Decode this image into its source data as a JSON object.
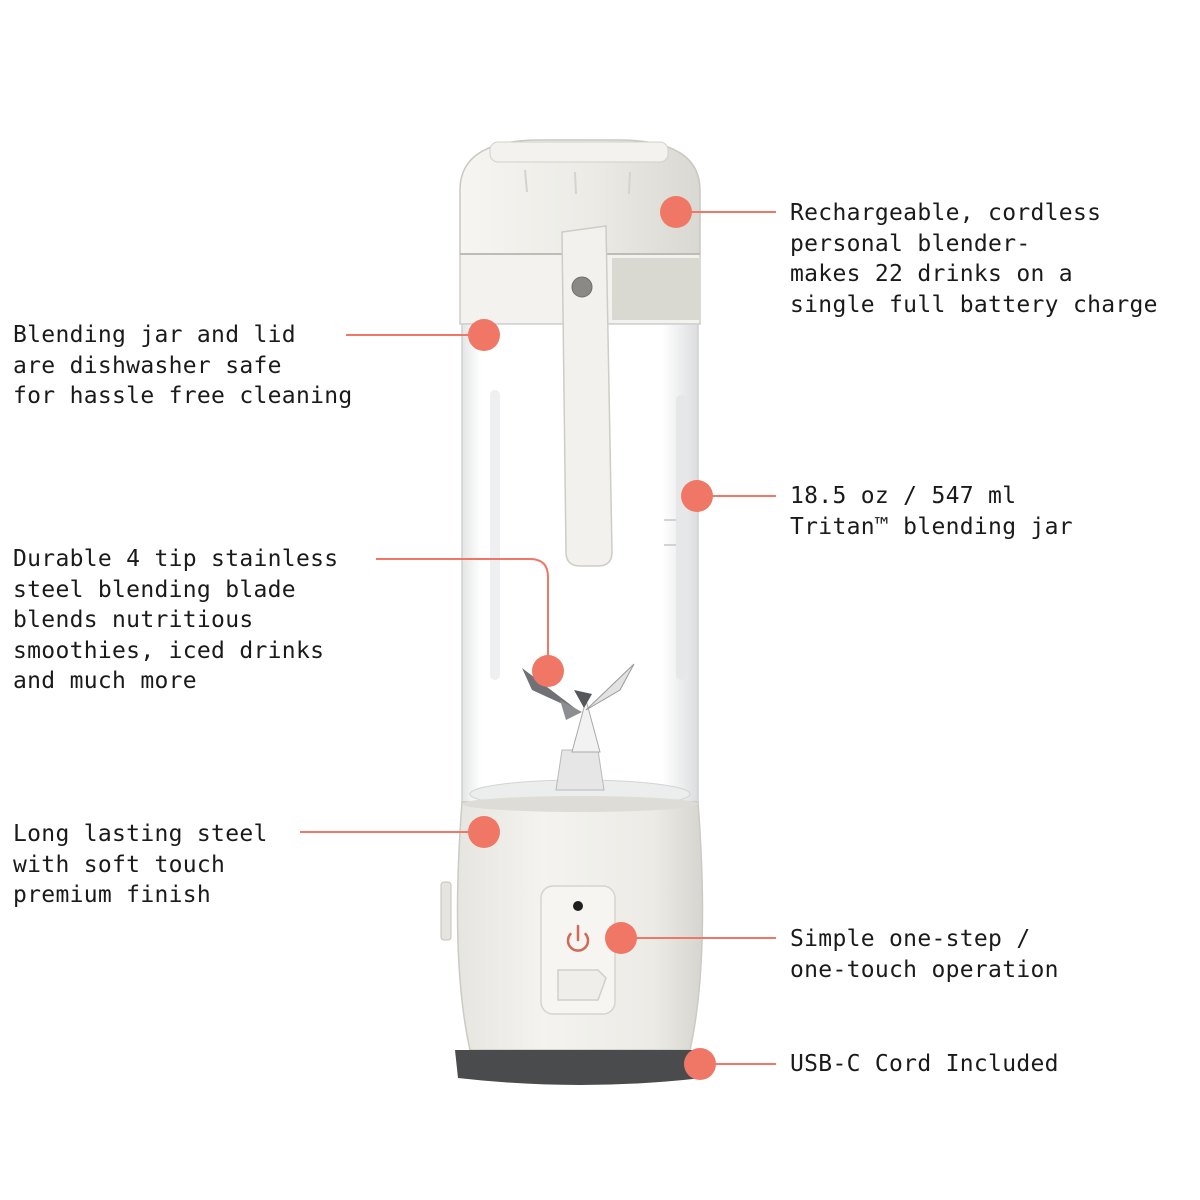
{
  "accent_color": "#f07766",
  "product_color": "#efeeea",
  "callouts": {
    "battery": "Rechargeable, cordless\npersonal blender-\nmakes 22 drinks on a\nsingle full battery charge",
    "jar_lid": "Blending jar and lid\nare dishwasher safe\nfor hassle free cleaning",
    "capacity": "18.5 oz / 547 ml\nTritan™ blending jar",
    "blade": "Durable 4 tip stainless\nsteel blending blade\nblends nutritious\nsmoothies, iced drinks\nand much more",
    "base": "Long lasting steel\nwith soft touch\npremium finish",
    "operation": "Simple one-step /\none-touch operation",
    "usbc": "USB-C Cord Included"
  },
  "icons": {
    "power_button": "power-icon",
    "indicator_light": "indicator-dot"
  }
}
